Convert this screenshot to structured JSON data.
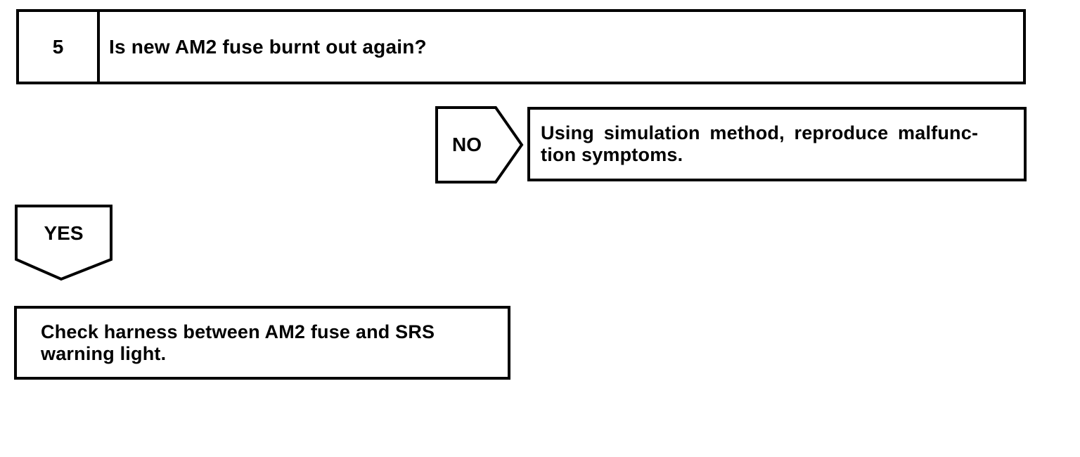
{
  "flowchart": {
    "step": {
      "number": "5",
      "question": "Is new AM2 fuse burnt out again?"
    },
    "no_branch": {
      "label": "NO",
      "result_line1": "Using simulation method, reproduce malfunc-",
      "result_line2": "tion symptoms."
    },
    "yes_branch": {
      "label": "YES",
      "action_line1": "Check harness between AM2 fuse and SRS",
      "action_line2": "warning light."
    },
    "colors": {
      "line": "#000000",
      "background": "#ffffff"
    }
  }
}
